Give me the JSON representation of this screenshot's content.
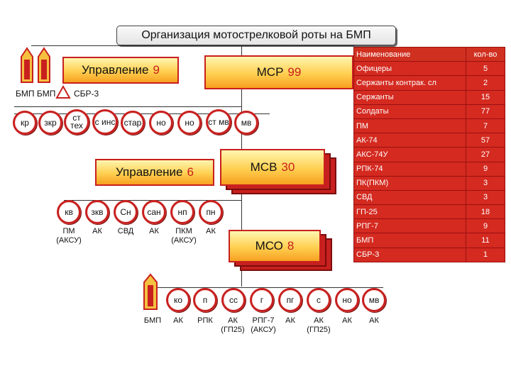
{
  "title": "Организация мотострелковой роты на БМП",
  "company": {
    "label": "МСР",
    "count": "99"
  },
  "hq": {
    "label": "Управление",
    "count": "9",
    "vehicles": "БМП БМП",
    "weapon": "СБР-3",
    "roles": [
      "кр",
      "зкр",
      "ст тех",
      "с инс",
      "стар",
      "но",
      "но",
      "ст мв",
      "мв"
    ]
  },
  "platoon": {
    "label": "МСВ",
    "count": "30"
  },
  "platoon_hq": {
    "label": "Управление",
    "count": "6",
    "roles": [
      "кв",
      "зкв",
      "Сн",
      "сан",
      "нп",
      "пн"
    ],
    "weapons": [
      "ПМ (АКСУ)",
      "АК",
      "СВД",
      "АК",
      "ПКМ (АКСУ)",
      "АК"
    ]
  },
  "squad": {
    "label": "МСО",
    "count": "8"
  },
  "squad_members": {
    "vehicle": "БМП",
    "roles": [
      "ко",
      "п",
      "сс",
      "г",
      "пг",
      "с",
      "но",
      "мв"
    ],
    "weapons": [
      "АК",
      "РПК",
      "АК (ГП25)",
      "РПГ-7 (АКСУ)",
      "АК",
      "АК (ГП25)",
      "АК",
      "АК"
    ]
  },
  "table": {
    "headers": [
      "Наименование",
      "кол-во"
    ],
    "rows": [
      [
        "Офицеры",
        "5"
      ],
      [
        "Сержанты контрак. сл",
        "2"
      ],
      [
        "Сержанты",
        "15"
      ],
      [
        "Солдаты",
        "77"
      ],
      [
        "ПМ",
        "7"
      ],
      [
        "АК-74",
        "57"
      ],
      [
        "АКС-74У",
        "27"
      ],
      [
        "РПК-74",
        "9"
      ],
      [
        "ПК(ПКМ)",
        "3"
      ],
      [
        "СВД",
        "3"
      ],
      [
        "ГП-25",
        "18"
      ],
      [
        "РПГ-7",
        "9"
      ],
      [
        "БМП",
        "11"
      ],
      [
        "СБР-3",
        "1"
      ]
    ]
  },
  "colors": {
    "accent": "#c8201e",
    "box_fill_top": "#fff6b0",
    "box_fill_bottom": "#f7a020",
    "table_bg": "#d42a20"
  }
}
